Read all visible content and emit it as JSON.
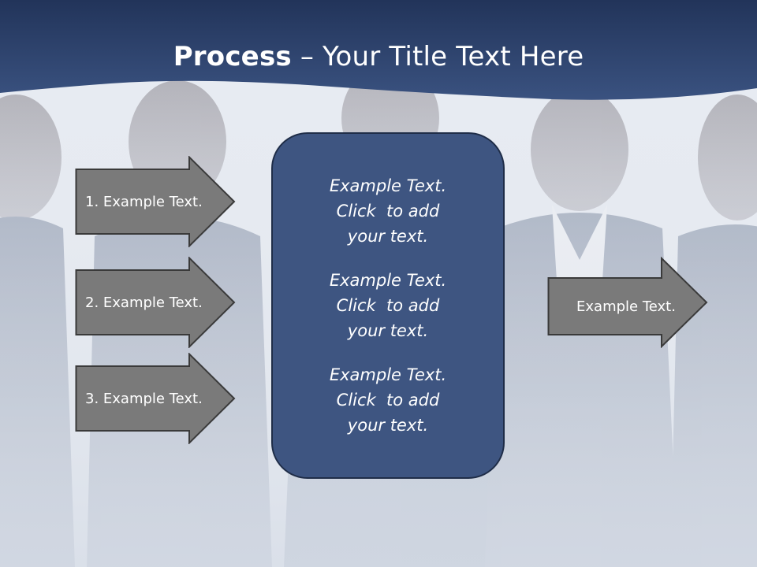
{
  "title": {
    "bold": "Process",
    "rest": " – Your Title Text Here"
  },
  "left_arrows": [
    {
      "label": "1. Example Text."
    },
    {
      "label": "2. Example Text."
    },
    {
      "label": "3. Example Text."
    }
  ],
  "center": {
    "blocks": [
      {
        "lines": [
          "Example Text.",
          "Click  to add",
          "your text."
        ]
      },
      {
        "lines": [
          "Example Text.",
          "Click  to add",
          "your text."
        ]
      },
      {
        "lines": [
          "Example Text.",
          "Click  to add",
          "your text."
        ]
      }
    ]
  },
  "right_arrow": {
    "label": "Example Text."
  },
  "colors": {
    "title_band": "#2b3f6b",
    "arrow_fill": "#7a7a7a",
    "arrow_stroke": "#3a3a3a",
    "center_fill": "#3e5581",
    "center_stroke": "#1f2d48"
  }
}
